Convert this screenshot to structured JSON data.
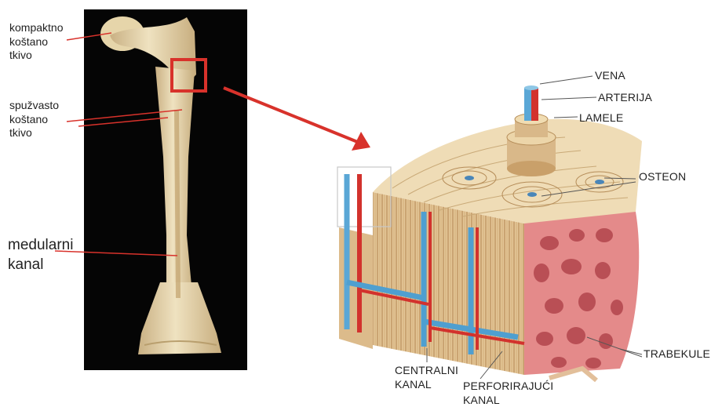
{
  "labels": {
    "compact": "kompaktno\nkoštano\ntkivo",
    "spongy": "spužvasto\nkoštano\ntkivo",
    "medullary": "medularni\nkanal",
    "vein": "VENA",
    "artery": "ARTERIJA",
    "lamellae": "LAMELE",
    "osteon": "OSTEON",
    "trabeculae": "TRABEKULE",
    "central_canal": "CENTRALNI\nKANAL",
    "perforating_canal": "PERFORIRAJUĆI\nKANAL"
  },
  "colors": {
    "pointer": "#d8322b",
    "vein": "#5aa7d6",
    "artery": "#d2322d",
    "bone": "#e8d7b0",
    "spongy": "#e48a8a"
  }
}
